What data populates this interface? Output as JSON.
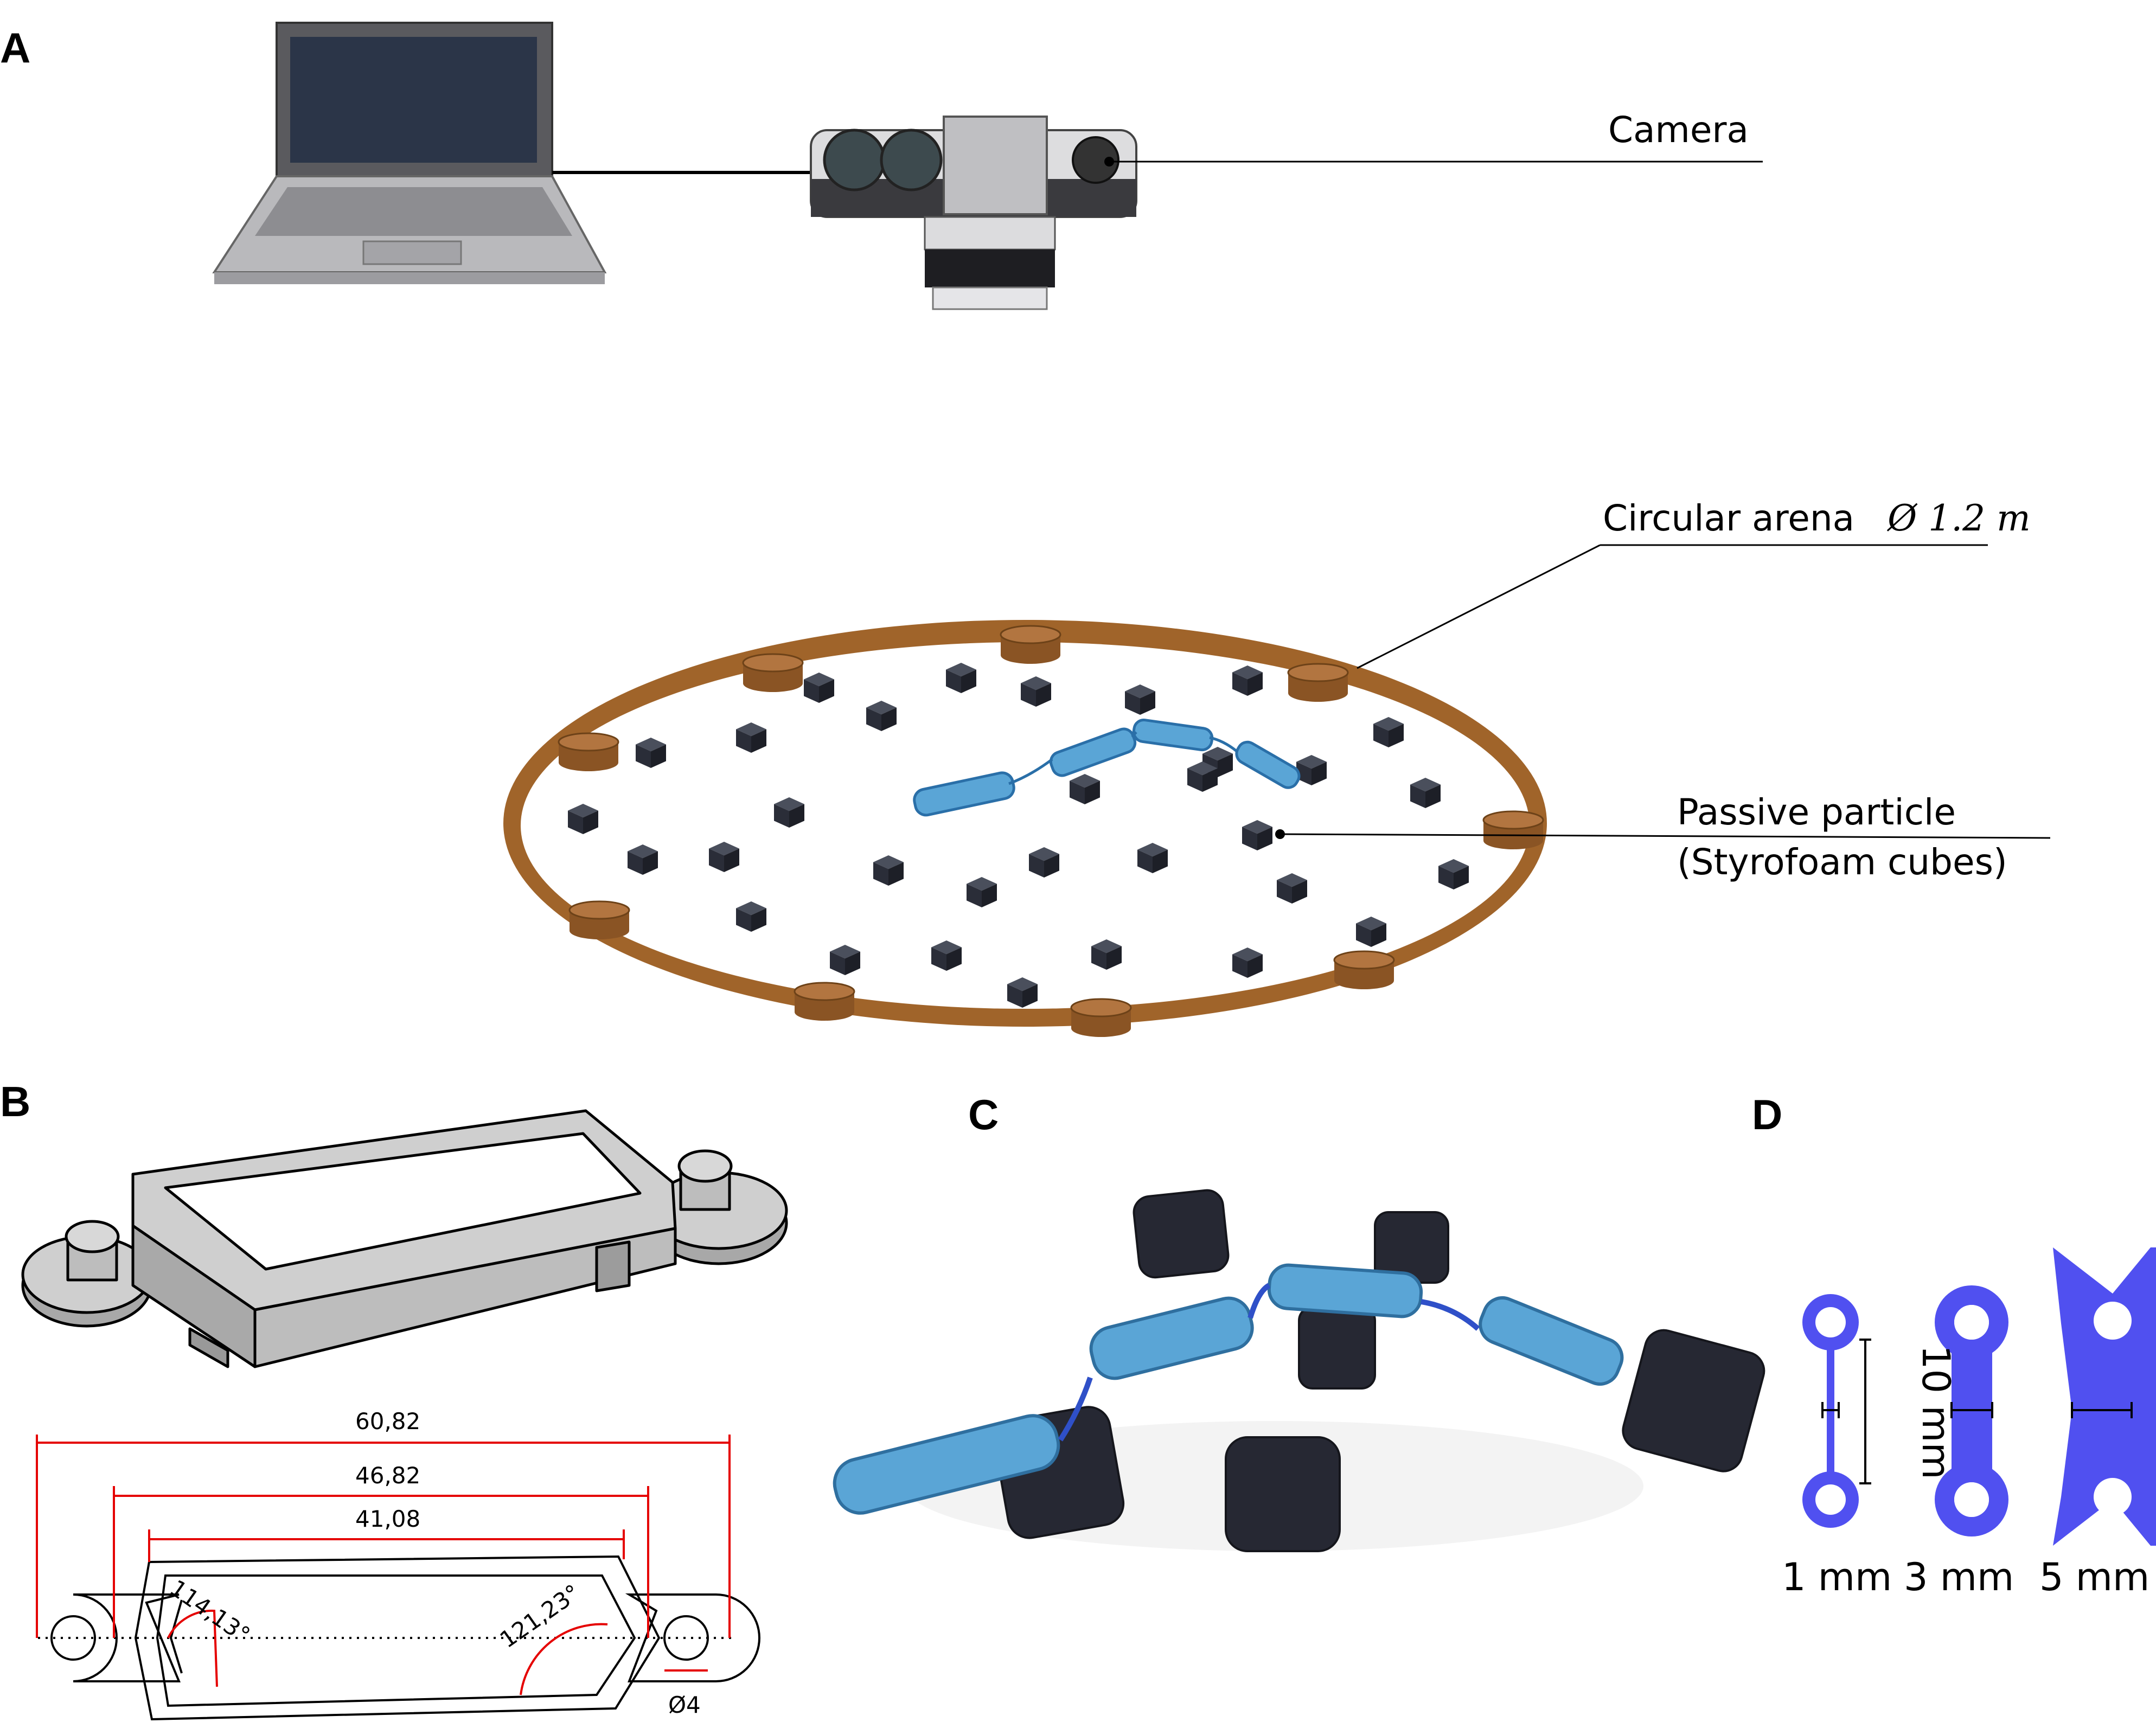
{
  "panels": {
    "a": "A",
    "b": "B",
    "c": "C",
    "d": "D"
  },
  "panel_a": {
    "camera_label": "Camera",
    "arena_label": "Circular arena",
    "arena_diameter": "Ø 1.2 m",
    "particle_label_line1": "Passive particle",
    "particle_label_line2": "(Styrofoam cubes)"
  },
  "panel_b": {
    "dim_total": "60,82",
    "dim_mid": "46,82",
    "dim_inner": "41,08",
    "angle_left": "114,13°",
    "angle_right": "121,23°",
    "hole_diameter": "Ø4"
  },
  "panel_d": {
    "length_label": "10 mm",
    "widths": [
      "1 mm",
      "3 mm",
      "5 mm"
    ]
  },
  "colors": {
    "arena_brown": "#a0642a",
    "link_blue": "#5050f0",
    "dimension_red": "#e50000",
    "robot_blue": "#5aa5d6",
    "cube_dark": "#2a2d38"
  }
}
